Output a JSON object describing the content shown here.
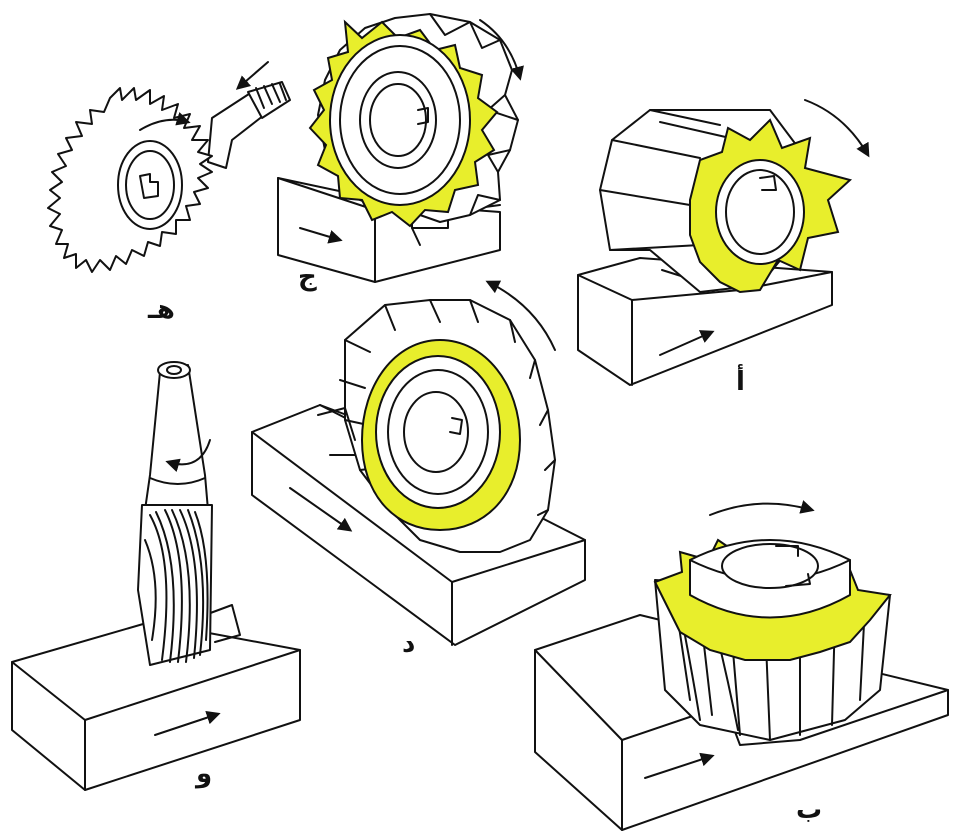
{
  "colors": {
    "cutter_face": "#e8ee2c",
    "line": "#111111",
    "background": "#ffffff"
  },
  "figures": [
    {
      "id": "a",
      "label": "أ"
    },
    {
      "id": "b",
      "label": "ب"
    },
    {
      "id": "j",
      "label": "ج"
    },
    {
      "id": "d",
      "label": "د"
    },
    {
      "id": "h",
      "label": "هـ"
    },
    {
      "id": "w",
      "label": "و"
    }
  ]
}
